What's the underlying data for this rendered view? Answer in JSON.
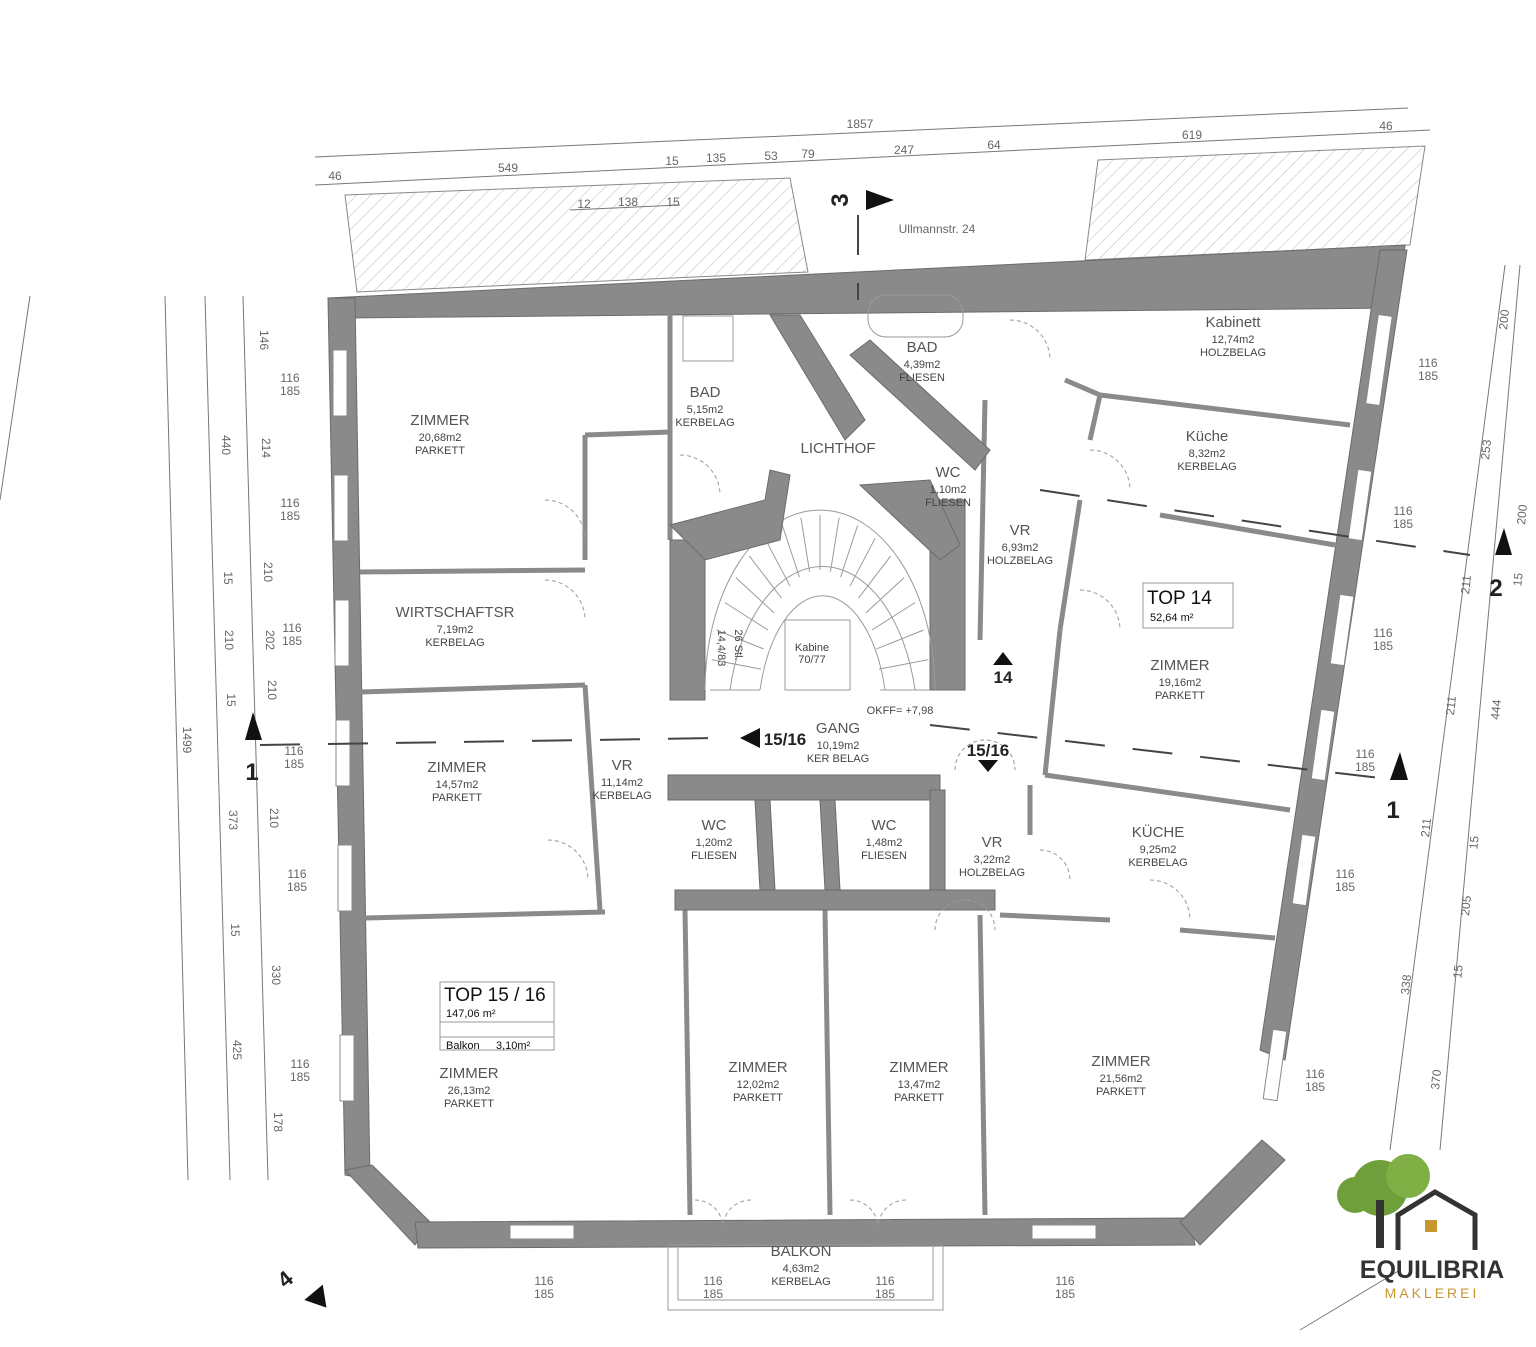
{
  "address": "Ullmannstr. 24",
  "units": {
    "top14": {
      "title": "TOP 14",
      "area": "52,64 m²"
    },
    "top1516": {
      "title": "TOP 15 / 16",
      "area": "147,06 m²",
      "balcony_label": "Balkon",
      "balcony_area": "3,10m²"
    }
  },
  "rooms": [
    {
      "name": "ZIMMER",
      "area": "20,68m2",
      "floor": "PARKETT"
    },
    {
      "name": "WIRTSCHAFTSR",
      "area": "7,19m2",
      "floor": "KERBELAG"
    },
    {
      "name": "ZIMMER",
      "area": "14,57m2",
      "floor": "PARKETT"
    },
    {
      "name": "VR",
      "area": "11,14m2",
      "floor": "KERBELAG"
    },
    {
      "name": "BAD",
      "area": "5,15m2",
      "floor": "KERBELAG"
    },
    {
      "name": "LICHTHOF",
      "area": "",
      "floor": ""
    },
    {
      "name": "BAD",
      "area": "4,39m2",
      "floor": "FLIESEN"
    },
    {
      "name": "WC",
      "area": "1,10m2",
      "floor": "FLIESEN"
    },
    {
      "name": "VR",
      "area": "6,93m2",
      "floor": "HOLZBELAG"
    },
    {
      "name": "Kabinett",
      "area": "12,74m2",
      "floor": "HOLZBELAG"
    },
    {
      "name": "Küche",
      "area": "8,32m2",
      "floor": "KERBELAG"
    },
    {
      "name": "ZIMMER",
      "area": "19,16m2",
      "floor": "PARKETT"
    },
    {
      "name": "GANG",
      "area": "10,19m2",
      "floor": "KER BELAG"
    },
    {
      "name": "WC",
      "area": "1,20m2",
      "floor": "FLIESEN"
    },
    {
      "name": "WC",
      "area": "1,48m2",
      "floor": "FLIESEN"
    },
    {
      "name": "VR",
      "area": "3,22m2",
      "floor": "HOLZBELAG"
    },
    {
      "name": "KÜCHE",
      "area": "9,25m2",
      "floor": "KERBELAG"
    },
    {
      "name": "ZIMMER",
      "area": "26,13m2",
      "floor": "PARKETT"
    },
    {
      "name": "ZIMMER",
      "area": "12,02m2",
      "floor": "PARKETT"
    },
    {
      "name": "ZIMMER",
      "area": "13,47m2",
      "floor": "PARKETT"
    },
    {
      "name": "ZIMMER",
      "area": "21,56m2",
      "floor": "PARKETT"
    },
    {
      "name": "BALKON",
      "area": "4,63m2",
      "floor": "KERBELAG"
    }
  ],
  "stairs": {
    "steps": "26 Stl.",
    "ratio": "14,4/83",
    "lift_label": "Kabine",
    "lift_size": "70/77",
    "okff": "OKFF= +7,98"
  },
  "section_markers": [
    "1",
    "1",
    "2",
    "3",
    "4"
  ],
  "entry_labels": [
    "15/16",
    "15/16",
    "14"
  ],
  "dimensions": {
    "top_total": "1857",
    "top_row": [
      "46",
      "549",
      "15",
      "135",
      "53",
      "79",
      "247",
      "64",
      "619",
      "46"
    ],
    "top_inner": [
      "12",
      "138",
      "15"
    ],
    "left_total": "1499",
    "left_outer": [
      "440",
      "15",
      "210",
      "15",
      "373",
      "15",
      "425"
    ],
    "left_inner": [
      "146",
      "214",
      "210",
      "202",
      "210",
      "210",
      "330",
      "178"
    ],
    "right_values": [
      "200",
      "253",
      "200",
      "211",
      "15",
      "211",
      "444",
      "211",
      "15",
      "205",
      "15",
      "338",
      "370"
    ],
    "window_dims": [
      "116",
      "185"
    ]
  },
  "logo": {
    "name": "EQUILIBRIA",
    "subtitle": "MAKLEREI"
  },
  "colors": {
    "wall": "#8a8a8a",
    "logo_green": "#6f9f3a",
    "logo_text": "#333333",
    "logo_sub": "#c8962f"
  }
}
